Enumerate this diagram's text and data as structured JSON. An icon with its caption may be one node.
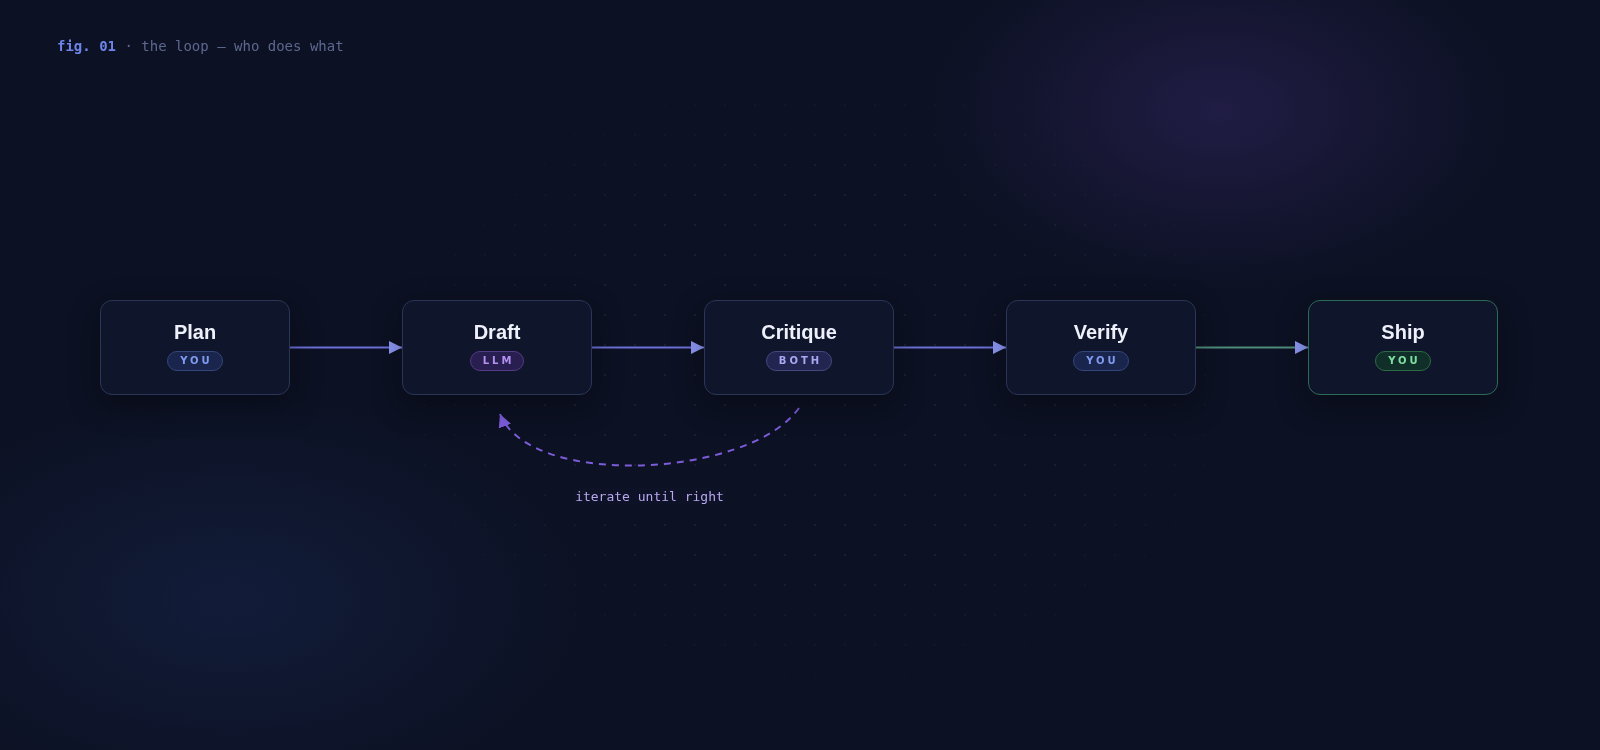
{
  "diagram": {
    "title": "**fig. 01** · the loop — who does what",
    "nodes": [
      {
        "text": [
          "Plan",
          "YOU"
        ]
      },
      {
        "text": [
          "Draft",
          "LLM"
        ]
      },
      {
        "text": [
          "Critique",
          "BOTH"
        ]
      },
      {
        "text": [
          "Verify",
          "YOU"
        ]
      },
      {
        "text": [
          "Ship",
          "YOU"
        ]
      }
    ],
    "edges": [
      {
        "from": 0,
        "to": 1,
        "arrow": "to"
      },
      {
        "from": 1,
        "to": 2,
        "arrow": "to"
      },
      {
        "from": 2,
        "to": 3,
        "arrow": "to"
      },
      {
        "from": 3,
        "to": 4,
        "arrow": "to",
        "color": "#4e8c7c"
      },
      {
        "from": 2,
        "to": 1,
        "arrow": "to",
        "style": "dashed",
        "color": "#7b5cd9",
        "label": "iterate until right"
      }
    ]
  }
}
